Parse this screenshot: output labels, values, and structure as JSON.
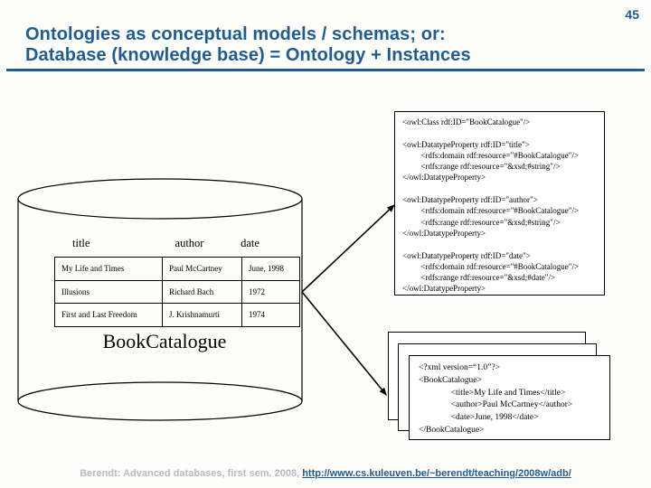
{
  "slide": {
    "page_number": "45",
    "title_line1": "Ontologies as conceptual models / schemas; or:",
    "title_line2": "Database (knowledge base) = Ontology + Instances"
  },
  "diagram": {
    "database_label": "BookCatalogue",
    "table": {
      "headers": [
        "title",
        "author",
        "date"
      ],
      "rows": [
        {
          "title": "My Life and Times",
          "author": "Paul McCartney",
          "date": "June, 1998"
        },
        {
          "title": "Illusions",
          "author": "Richard Bach",
          "date": "1972"
        },
        {
          "title": "First and Last Freedom",
          "author": "J. Krishnamurti",
          "date": "1974"
        }
      ]
    },
    "owl_code": "<owl:Class rdf:ID=\"BookCatalogue\"/>\n\n<owl:DatatypeProperty rdf:ID=\"title\">\n         <rdfs:domain rdf:resource=\"#BookCatalogue\"/>\n         <rdfs:range rdf:resource=\"&xsd;#string\"/>\n</owl:DatatypeProperty>\n\n<owl:DatatypeProperty rdf:ID=\"author\">\n         <rdfs:domain rdf:resource=\"#BookCatalogue\"/>\n         <rdfs:range rdf:resource=\"&xsd;#string\"/>\n</owl:DatatypeProperty>\n\n<owl:DatatypeProperty rdf:ID=\"date\">\n         <rdfs:domain rdf:resource=\"#BookCatalogue\"/>\n         <rdfs:range rdf:resource=\"&xsd;#date\"/>\n</owl:DatatypeProperty>",
    "xml_code": "<?xml version=“1.0”?>\n<BookCatalogue>\n               <title>My Life and Times</title>\n               <author>Paul McCartney</author>\n               <date>June, 1998</date>\n</BookCatalogue>"
  },
  "footer": {
    "credit": "Berendt: Advanced databases, first sem. 2008, ",
    "link": "http://www.cs.kuleuven.be/~berendt/teaching/2008w/adb/"
  },
  "colors": {
    "accent_blue": "#1F5C94",
    "footer_gray": "#B6BAC0",
    "line_black": "#000000"
  }
}
